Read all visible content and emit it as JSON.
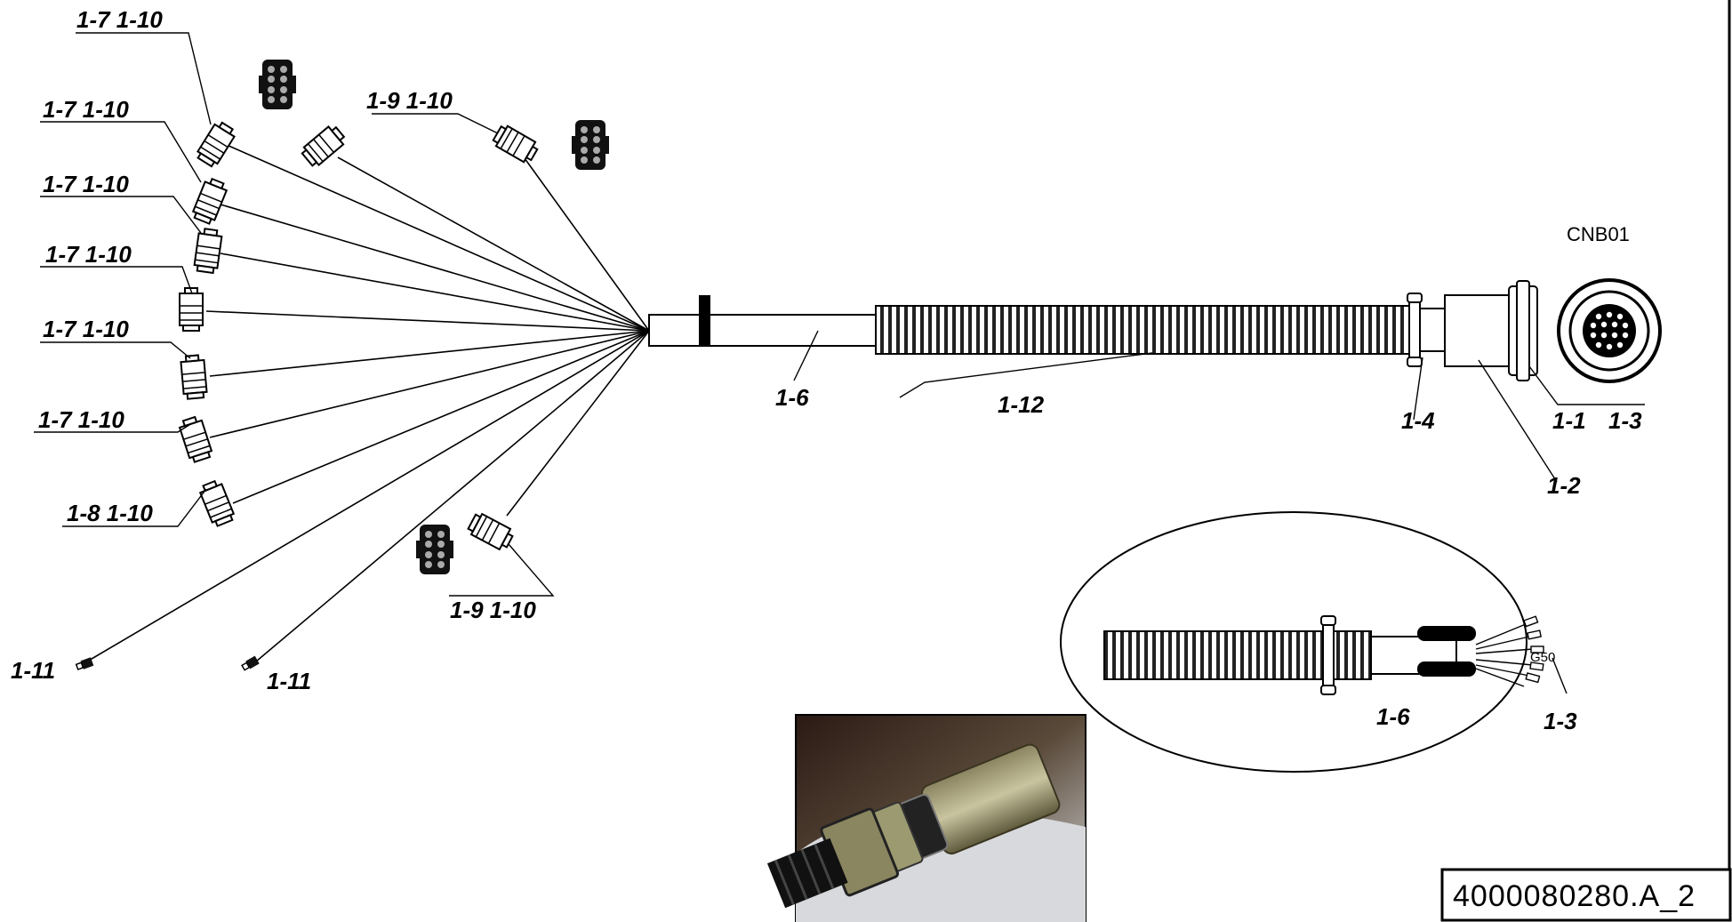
{
  "callouts": {
    "conn_1": "1-7  1-10",
    "conn_2": "1-7  1-10",
    "conn_3": "1-7  1-10",
    "conn_4": "1-7  1-10",
    "conn_5": "1-7  1-10",
    "conn_6": "1-7  1-10",
    "conn_7": "1-8  1-10",
    "conn_top": "1-9  1-10",
    "conn_bottom": "1-9   1-10",
    "wire_end_1": "1-11",
    "wire_end_2": "1-11",
    "sleeve": "1-6",
    "conduit": "1-12",
    "nut": "1-4",
    "backshell": "1-2",
    "connector_a": "1-1",
    "connector_b": "1-3",
    "detail_sleeve": "1-6",
    "detail_wires": "1-3"
  },
  "connector_name": "CNB01",
  "detail_marker": "G50",
  "document_id": "4000080280.A_2",
  "icons": [
    "receptacle-face-icon",
    "header-connector-icon",
    "circular-connector-face-icon",
    "photo-inset"
  ],
  "colors": {
    "ink": "#000000",
    "paper": "#ffffff"
  }
}
